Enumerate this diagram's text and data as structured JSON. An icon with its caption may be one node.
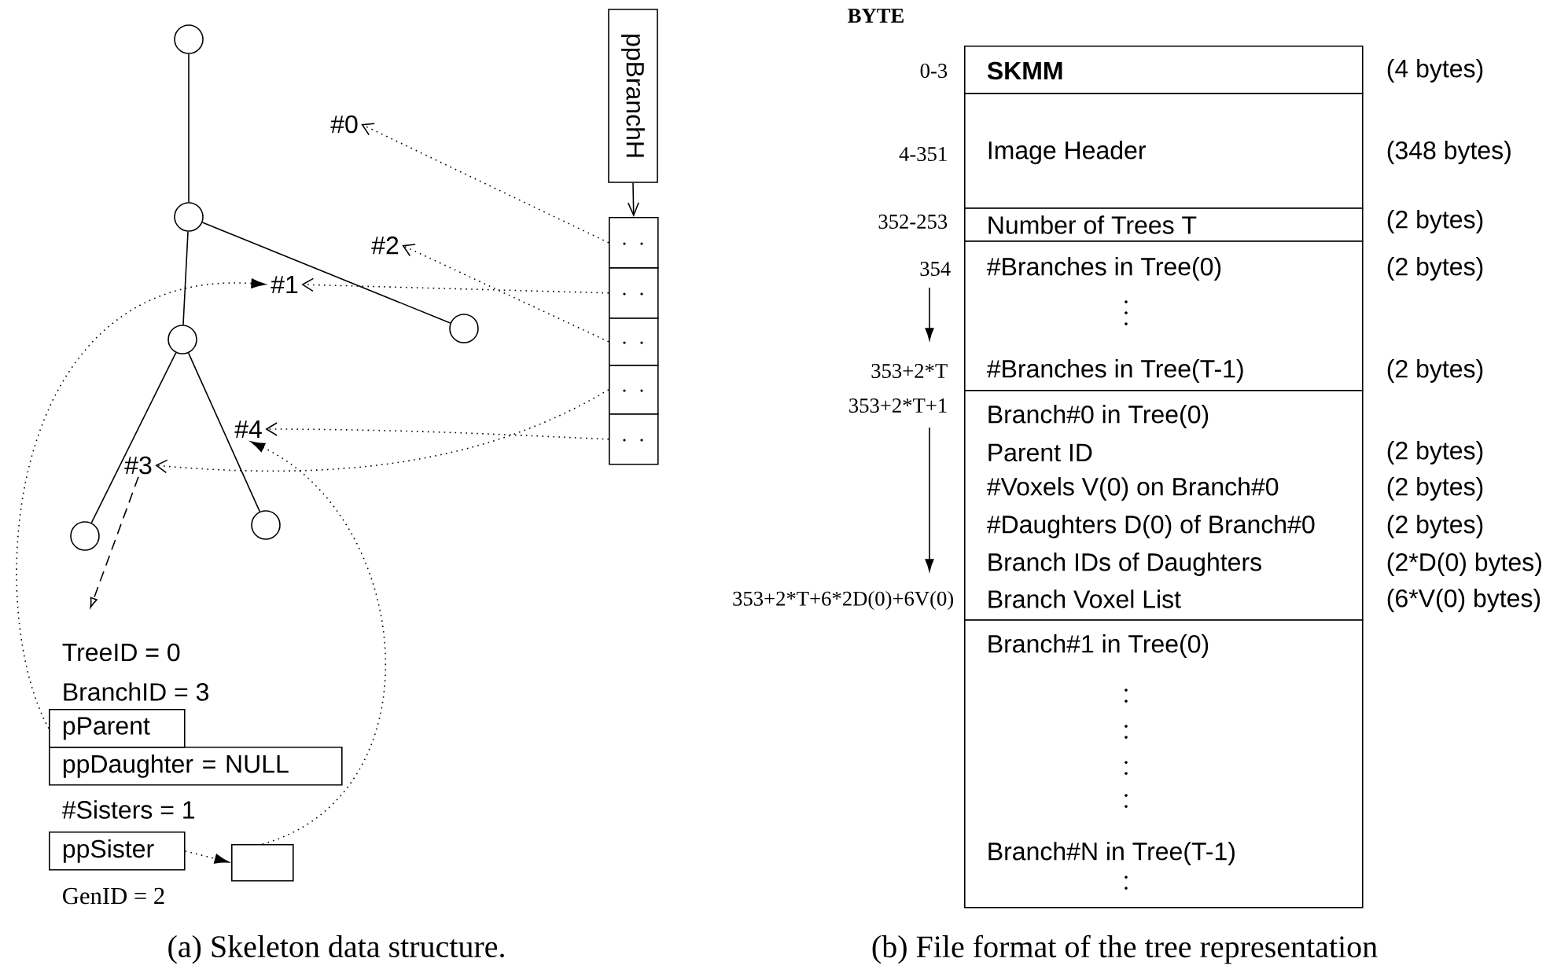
{
  "diagram": {
    "nodes": [
      {
        "text": [],
        "shape": "circle"
      },
      {
        "text": [],
        "shape": "circle"
      },
      {
        "text": [],
        "shape": "circle"
      },
      {
        "text": [],
        "shape": "circle"
      },
      {
        "text": [],
        "shape": "circle"
      },
      {
        "text": [],
        "shape": "circle"
      },
      {
        "text": [
          "#0"
        ]
      },
      {
        "text": [
          "#1"
        ]
      },
      {
        "text": [
          "#2"
        ]
      },
      {
        "text": [
          "#3"
        ]
      },
      {
        "text": [
          "#4"
        ]
      },
      {
        "text": [
          "ppBranchH"
        ]
      },
      {
        "text": [],
        "shape": "box"
      },
      {
        "text": [],
        "shape": "box"
      },
      {
        "text": [],
        "shape": "box"
      },
      {
        "text": [],
        "shape": "box"
      },
      {
        "text": [],
        "shape": "box"
      },
      {
        "text": [
          "pParent"
        ]
      },
      {
        "text": [
          "ppDaughter = NULL"
        ]
      },
      {
        "text": [
          "ppSister"
        ]
      },
      {
        "text": [],
        "shape": "box"
      },
      {
        "text": [
          "SKMM"
        ]
      },
      {
        "text": [
          "Image Header"
        ]
      },
      {
        "text": [
          "Number of Trees T"
        ]
      },
      {
        "text": [
          "#Branches in Tree(0)",
          "#Branches in Tree(T-1)"
        ]
      },
      {
        "text": [
          "Branch#0 in Tree(0)",
          "Parent ID",
          "#Voxels V(0) on Branch#0",
          "#Daughters D(0) of Branch#0",
          "Branch IDs of Daughters",
          "Branch Voxel List"
        ]
      },
      {
        "text": [
          "Branch#1 in Tree(0)",
          "Branch#N in Tree(T-1)"
        ]
      }
    ],
    "edges": [
      {
        "from": 0,
        "to": 1,
        "arrow": "none"
      },
      {
        "from": 1,
        "to": 3,
        "arrow": "none"
      },
      {
        "from": 1,
        "to": 2,
        "arrow": "none"
      },
      {
        "from": 3,
        "to": 4,
        "arrow": "none"
      },
      {
        "from": 3,
        "to": 5,
        "arrow": "none"
      },
      {
        "from": 11,
        "to": 12,
        "arrow": "to"
      },
      {
        "from": 12,
        "to": 6,
        "arrow": "to",
        "style": "dashed"
      },
      {
        "from": 13,
        "to": 7,
        "arrow": "to",
        "style": "dashed"
      },
      {
        "from": 14,
        "to": 8,
        "arrow": "to",
        "style": "dashed"
      },
      {
        "from": 15,
        "to": 9,
        "arrow": "to",
        "style": "dashed"
      },
      {
        "from": 16,
        "to": 10,
        "arrow": "to",
        "style": "dashed"
      },
      {
        "from": 9,
        "to": null,
        "arrow": "to",
        "style": "dashed"
      },
      {
        "from": 17,
        "to": 7,
        "arrow": "to",
        "style": "dashed"
      },
      {
        "from": 19,
        "to": 20,
        "arrow": "to",
        "style": "dashed"
      },
      {
        "from": 20,
        "to": 10,
        "arrow": "to",
        "style": "dashed"
      }
    ],
    "labels": [
      "BYTE",
      "0-3",
      "(4 bytes)",
      "4-351",
      "(348 bytes)",
      "352-253",
      "(2 bytes)",
      "354",
      "(2 bytes)",
      "353+2*T",
      "(2 bytes)",
      "353+2*T+1",
      "(2 bytes)",
      "(2 bytes)",
      "(2 bytes)",
      "(2*D(0) bytes)",
      "353+2*T+6*2D(0)+6V(0)",
      "(6*V(0) bytes)",
      "TreeID = 0",
      "BranchID = 3",
      "#Sisters = 1",
      "GenID = 2",
      "(a) Skeleton data structure.",
      "(b) File format of the tree representation"
    ]
  }
}
